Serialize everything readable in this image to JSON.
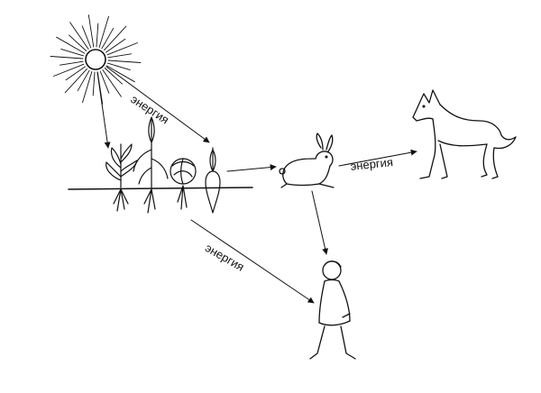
{
  "diagram": {
    "nodes": {
      "sun": "sun-icon",
      "plants": "plants-group",
      "hare": "hare-icon",
      "wolf": "wolf-icon",
      "person": "person-icon"
    },
    "edges": [
      {
        "from": "sun",
        "to": "plants",
        "label": "энергия"
      },
      {
        "from": "plants",
        "to": "hare",
        "label": ""
      },
      {
        "from": "hare",
        "to": "wolf",
        "label": "энергия"
      },
      {
        "from": "plants",
        "to": "person",
        "label": "энергия"
      },
      {
        "from": "hare",
        "to": "person",
        "label": ""
      }
    ],
    "labels": {
      "sun_to_plants": "энергия",
      "hare_to_wolf": "энергия",
      "plants_to_person": "энергия"
    },
    "colors": {
      "ink": "#111111",
      "background": "#ffffff"
    }
  }
}
